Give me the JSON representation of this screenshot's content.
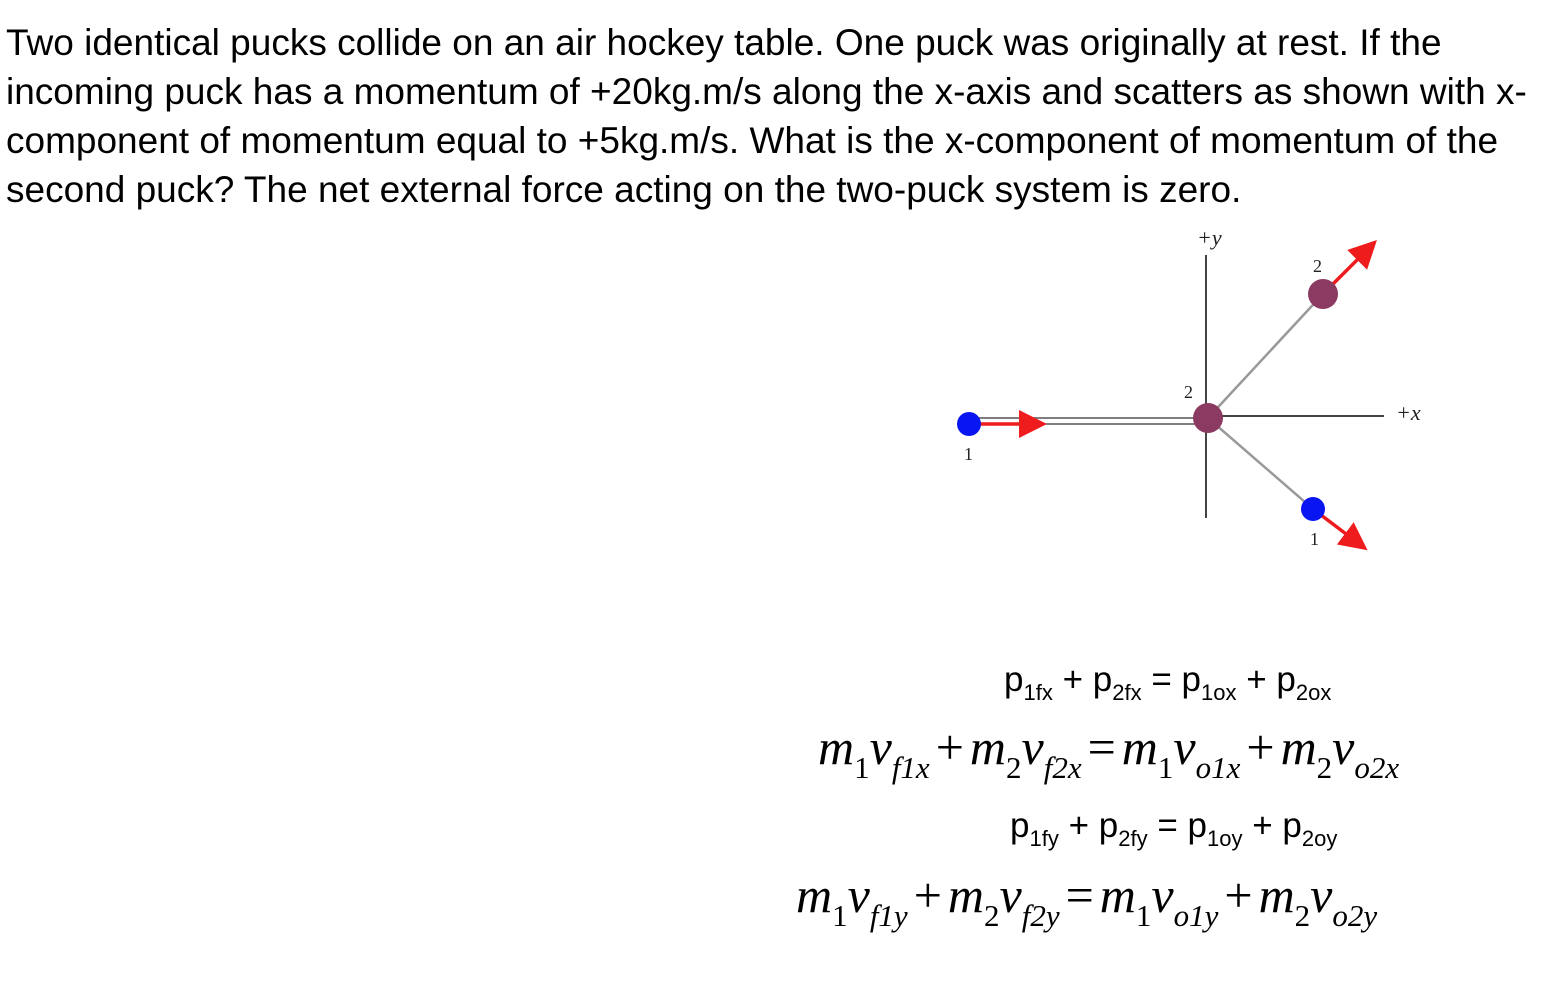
{
  "problem_text": "Two identical pucks collide on an air hockey table. One puck was originally at rest. If the incoming puck has a momentum of +20kg.m/s along the x-axis and scatters as shown with x-component of momentum equal to +5kg.m/s. What is the x-component of momentum of the second puck? The net external force acting on the two-puck system is zero.",
  "diagram": {
    "y_axis_label": "+y",
    "x_axis_label": "+x",
    "puck1_initial_label": "1",
    "puck2_initial_label": "2",
    "puck2_final_label": "2",
    "puck1_final_label": "1",
    "colors": {
      "puck1": "#0a16f2",
      "puck2": "#8b3a62",
      "arrow": "#ee1c1c",
      "line": "#444444"
    }
  },
  "equations": {
    "px": {
      "p1fx": "p",
      "s1": "1fx",
      "plus1": "+",
      "p2fx": "p",
      "s2": "2fx",
      "eq": "=",
      "p1ox": "p",
      "s3": "1ox",
      "plus2": "+",
      "p2ox": "p",
      "s4": "2ox"
    },
    "mvx": {
      "m": "m",
      "v": "v",
      "one": "1",
      "two": "2",
      "f1x": "f1x",
      "f2x": "f2x",
      "o1x": "o1x",
      "o2x": "o2x",
      "plus": "+",
      "eq": "="
    },
    "py": {
      "p": "p",
      "s1": "1fy",
      "s2": "2fy",
      "s3": "1oy",
      "s4": "2oy",
      "plus": "+",
      "eq": "="
    },
    "mvy": {
      "m": "m",
      "v": "v",
      "one": "1",
      "two": "2",
      "f1y": "f1y",
      "f2y": "f2y",
      "o1y": "o1y",
      "o2y": "o2y",
      "plus": "+",
      "eq": "="
    }
  }
}
